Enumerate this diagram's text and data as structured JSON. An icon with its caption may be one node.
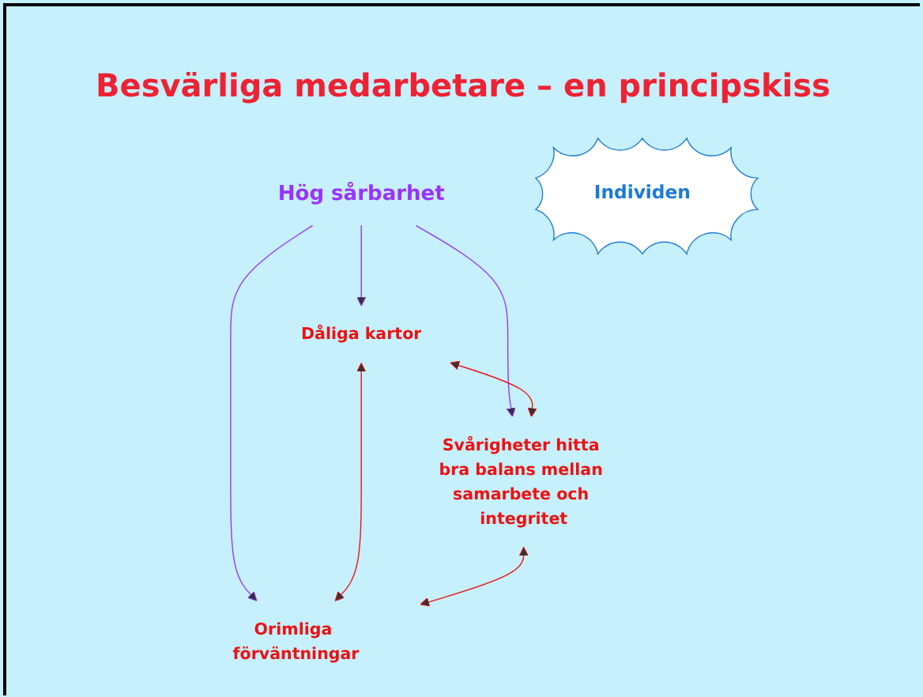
{
  "diagram": {
    "title": "Besvärliga medarbetare – en principskiss",
    "nodes": [
      {
        "text": [
          "Dåliga kartor"
        ]
      },
      {
        "text": [
          "Hög sårbarhet"
        ]
      },
      {
        "text": [
          "Svårigheter hitta bra balans mellan samarbete och integritet"
        ]
      },
      {
        "text": [
          "Orimliga förväntningar"
        ]
      },
      {
        "text": [
          "Individen"
        ]
      }
    ],
    "edges": [
      {
        "from": 1,
        "to": 0,
        "arrow": "to",
        "color": "#9933ff"
      },
      {
        "from": 1,
        "to": 2,
        "arrow": "to",
        "color": "#9933ff"
      },
      {
        "from": 1,
        "to": 3,
        "arrow": "to",
        "color": "#9933ff"
      },
      {
        "from": 0,
        "to": 2,
        "arrow": "both",
        "color": "#ee1111"
      },
      {
        "from": 0,
        "to": 3,
        "arrow": "both",
        "color": "#ee1111"
      },
      {
        "from": 2,
        "to": 3,
        "arrow": "both",
        "color": "#ee1111"
      }
    ]
  }
}
